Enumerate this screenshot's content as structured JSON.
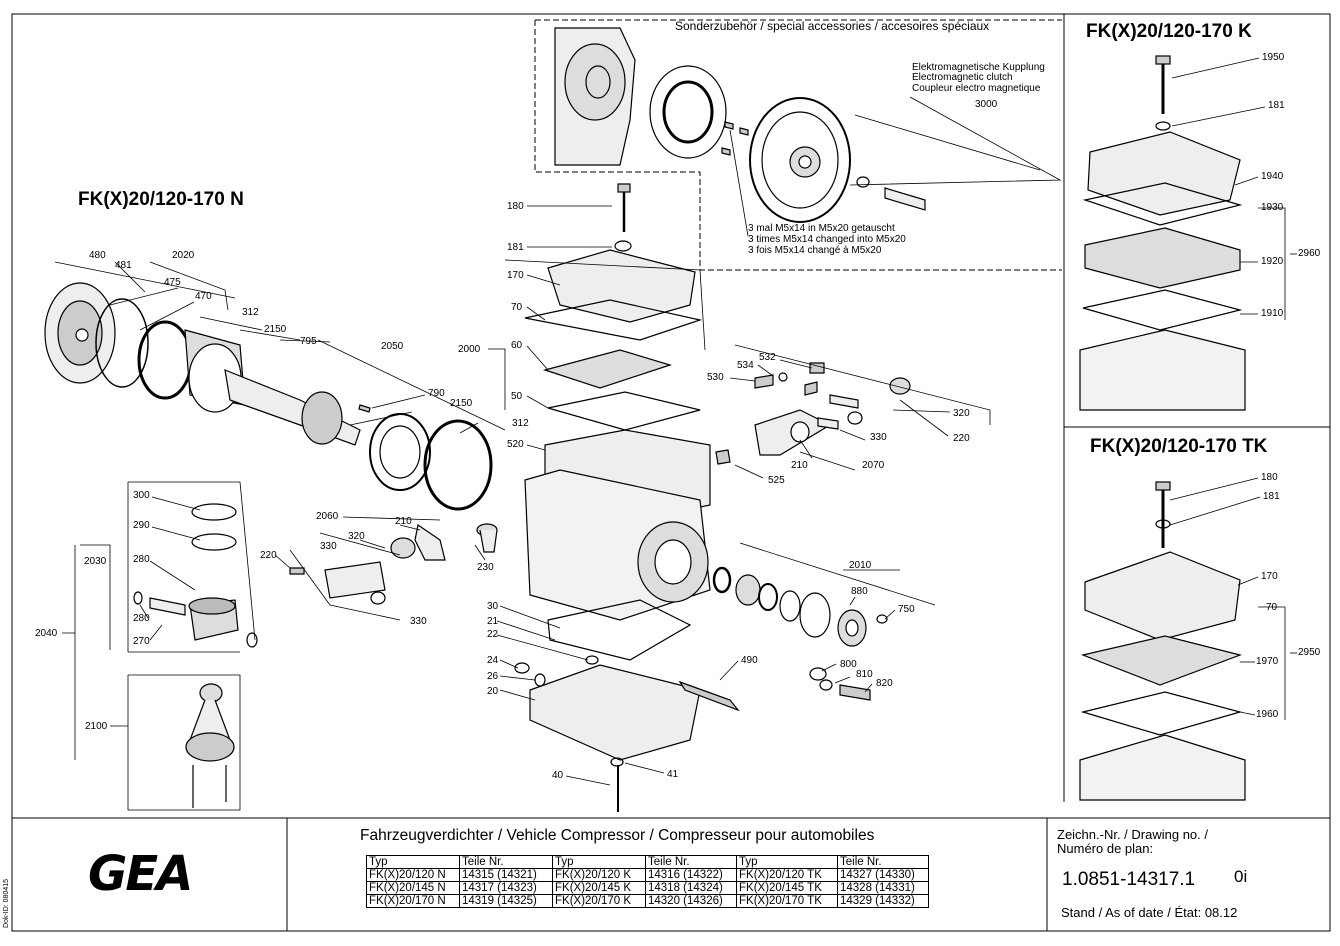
{
  "headings": {
    "accessories": "Sonderzubehör / special accessories / accesoires spéciaux",
    "n_variant": "FK(X)20/120-170 N",
    "k_variant": "FK(X)20/120-170 K",
    "tk_variant": "FK(X)20/120-170 TK"
  },
  "clutch_note": [
    "Elektromagnetische Kupplung",
    "Electromagnetic clutch",
    "Coupleur electro magnetique"
  ],
  "screw_note": [
    "3 mal M5x14 in M5x20 getauscht",
    "3 times M5x14 changed into M5x20",
    "3 fois M5x14 changé à M5x20"
  ],
  "part_labels": {
    "l3000": "3000",
    "l480": "480",
    "l481": "481",
    "l2020": "2020",
    "l475": "475",
    "l470": "470",
    "l312a": "312",
    "l2150a": "2150",
    "l795": "795",
    "l2050": "2050",
    "l790": "790",
    "l2150b": "2150",
    "l312b": "312",
    "l180a": "180",
    "l181a": "181",
    "l170a": "170",
    "l70a": "70",
    "l2000": "2000",
    "l60": "60",
    "l50": "50",
    "l520": "520",
    "l532": "532",
    "l534": "534",
    "l530": "530",
    "l320a": "320",
    "l220a": "220",
    "l330a": "330",
    "l210a": "210",
    "l2070": "2070",
    "l525": "525",
    "l300": "300",
    "l290": "290",
    "l280a": "280",
    "l2030": "2030",
    "l280b": "280",
    "l270": "270",
    "l2040": "2040",
    "l2100": "2100",
    "l2060": "2060",
    "l210b": "210",
    "l320b": "320",
    "l330b": "330",
    "l220b": "220",
    "l330c": "330",
    "l230": "230",
    "l2010": "2010",
    "l880": "880",
    "l750": "750",
    "l30": "30",
    "l21": "21",
    "l22": "22",
    "l24": "24",
    "l26": "26",
    "l20": "20",
    "l490": "490",
    "l800": "800",
    "l810": "810",
    "l820": "820",
    "l40": "40",
    "l41": "41",
    "l1950": "1950",
    "l181b": "181",
    "l1940": "1940",
    "l1930": "1930",
    "l2960": "2960",
    "l1920": "1920",
    "l1910": "1910",
    "l180b": "180",
    "l181c": "181",
    "l170b": "170",
    "l70b": "70",
    "l2950": "2950",
    "l1970": "1970",
    "l1960": "1960"
  },
  "title_block": {
    "logo": "GEA",
    "product": "Fahrzeugverdichter / Vehicle Compressor / Compresseur pour automobiles",
    "drawing_label_1": "Zeichn.-Nr. / Drawing no. /",
    "drawing_label_2": "Numéro de plan:",
    "drawing_number": "1.0851-14317.1",
    "revision": "0i",
    "date": "Stand / As of date / État: 08.12",
    "doc_id": "Dok-ID: 080415",
    "table_headers": [
      "Typ",
      "Teile Nr.",
      "Typ",
      "Teile Nr.",
      "Typ",
      "Teile Nr."
    ],
    "table_rows": [
      [
        "FK(X)20/120 N",
        "14315 (14321)",
        "FK(X)20/120 K",
        "14316 (14322)",
        "FK(X)20/120 TK",
        "14327 (14330)"
      ],
      [
        "FK(X)20/145 N",
        "14317 (14323)",
        "FK(X)20/145 K",
        "14318 (14324)",
        "FK(X)20/145 TK",
        "14328 (14331)"
      ],
      [
        "FK(X)20/170 N",
        "14319 (14325)",
        "FK(X)20/170 K",
        "14320 (14326)",
        "FK(X)20/170 TK",
        "14329 (14332)"
      ]
    ]
  }
}
